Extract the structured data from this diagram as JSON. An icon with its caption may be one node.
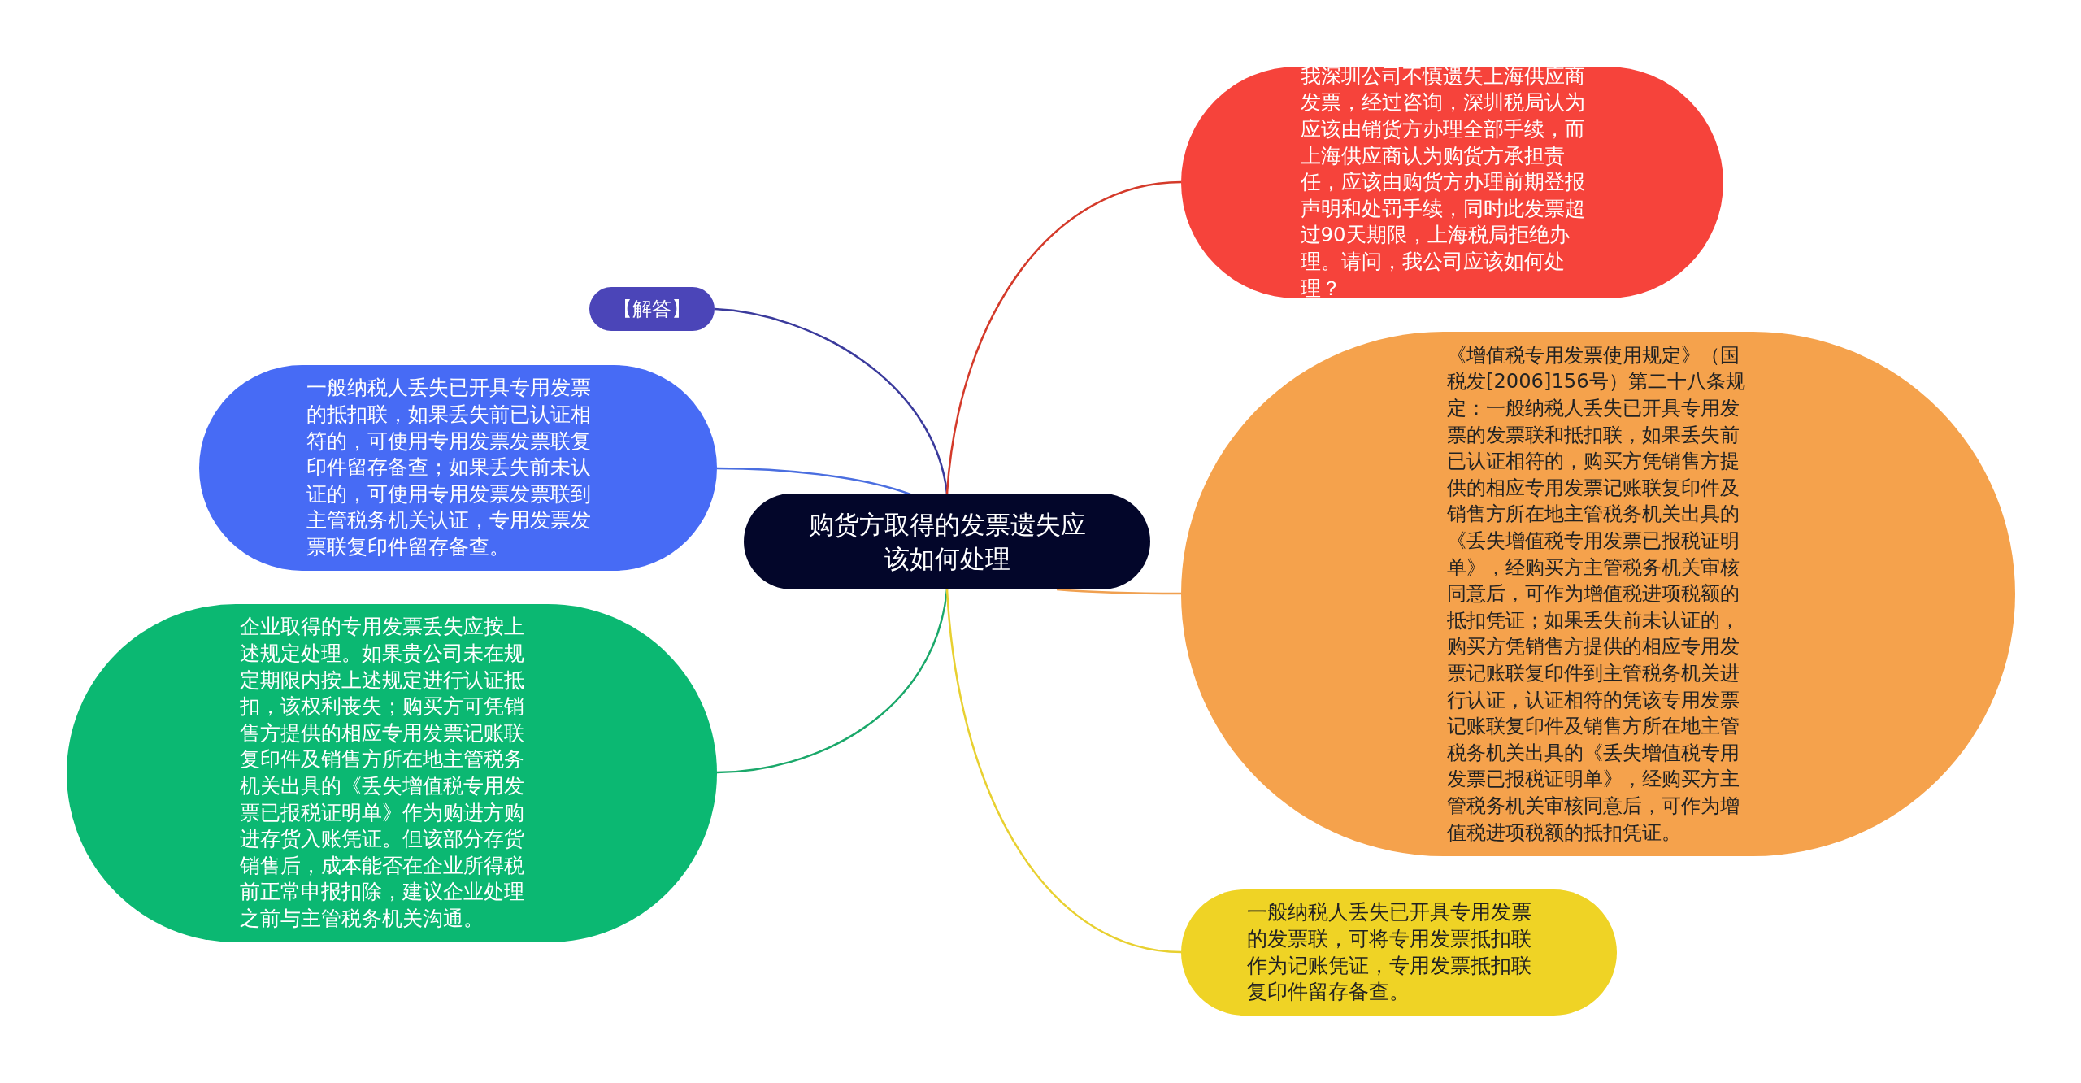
{
  "diagram": {
    "nodes": [
      {
        "text": [
          "购货方取得的发票遗失应该如何处理"
        ]
      },
      {
        "text": [
          "【解答】"
        ]
      },
      {
        "text": [
          "一般纳税人丢失已开具专用发票的抵扣联，如果丢失前已认证相符的，可使用专用发票发票联复印件留存备查；如果丢失前未认证的，可使用专用发票发票联到主管税务机关认证，专用发票发票联复印件留存备查。"
        ]
      },
      {
        "text": [
          "企业取得的专用发票丢失应按上述规定处理。如果贵公司未在规定期限内按上述规定进行认证抵扣，该权利丧失；购买方可凭销售方提供的相应专用发票记账联复印件及销售方所在地主管税务机关出具的《丢失增值税专用发票已报税证明单》作为购进方购进存货入账凭证。但该部分存货销售后，成本能否在企业所得税前正常申报扣除，建议企业处理之前与主管税务机关沟通。"
        ]
      },
      {
        "text": [
          "我深圳公司不慎遗失上海供应商发票，经过咨询，深圳税局认为应该由销货方办理全部手续，而上海供应商认为购货方承担责任，应该由购货方办理前期登报声明和处罚手续，同时此发票超过90天期限，上海税局拒绝办理。请问，我公司应该如何处理？"
        ]
      },
      {
        "text": [
          "《增值税专用发票使用规定》（国税发[2006]156号）第二十八条规定：一般纳税人丢失已开具专用发票的发票联和抵扣联，如果丢失前已认证相符的，购买方凭销售方提供的相应专用发票记账联复印件及销售方所在地主管税务机关出具的《丢失增值税专用发票已报税证明单》，经购买方主管税务机关审核同意后，可作为增值税进项税额的抵扣凭证；如果丢失前未认证的，购买方凭销售方提供的相应专用发票记账联复印件到主管税务机关进行认证，认证相符的凭该专用发票记账联复印件及销售方所在地主管税务机关出具的《丢失增值税专用发票已报税证明单》，经购买方主管税务机关审核同意后，可作为增值税进项税额的抵扣凭证。"
        ]
      },
      {
        "text": [
          "一般纳税人丢失已开具专用发票的发票联，可将专用发票抵扣联作为记账凭证，专用发票抵扣联复印件留存备查。"
        ]
      }
    ],
    "edges": [
      {
        "from": 0,
        "to": 1,
        "arrow": "none",
        "color": "#3a3a9c"
      },
      {
        "from": 0,
        "to": 2,
        "arrow": "none",
        "color": "#4a6ee0"
      },
      {
        "from": 0,
        "to": 3,
        "arrow": "none",
        "color": "#1aa86a"
      },
      {
        "from": 0,
        "to": 4,
        "arrow": "none",
        "color": "#d43a2a"
      },
      {
        "from": 0,
        "to": 5,
        "arrow": "none",
        "color": "#f0a050"
      },
      {
        "from": 0,
        "to": 6,
        "arrow": "none",
        "color": "#e8d030"
      }
    ]
  }
}
